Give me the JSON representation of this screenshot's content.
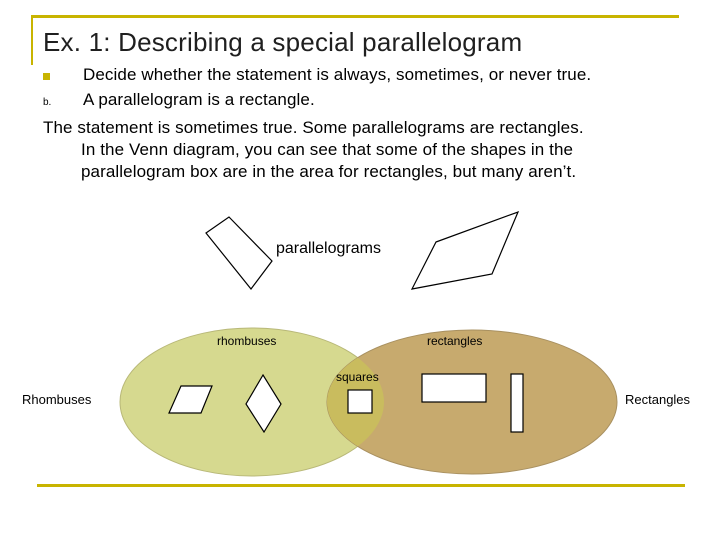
{
  "title": "Ex. 1:  Describing a special parallelogram",
  "bullets": {
    "b_marker": "b.",
    "line1": "Decide whether the statement is always, sometimes, or never true.",
    "line2": "A parallelogram is a rectangle."
  },
  "answer": {
    "line1": "The statement is sometimes true.  Some parallelograms are rectangles.",
    "line2": "In the Venn diagram, you can see that some of the shapes in the",
    "line3": "parallelogram box are in the area for rectangles, but many aren’t."
  },
  "diagram": {
    "parallelograms_label": "parallelograms",
    "rhombuses_small": "rhombuses",
    "rectangles_small": "rectangles",
    "squares_label": "squares",
    "rhombuses_big": "Rhombuses",
    "rectangles_big": "Rectangles",
    "colors": {
      "rhombus_fill": "#d6d98f",
      "rectangle_fill": "#c7aa6e",
      "overlap_fill": "#c9bc5e",
      "accent": "#c8b400"
    }
  }
}
